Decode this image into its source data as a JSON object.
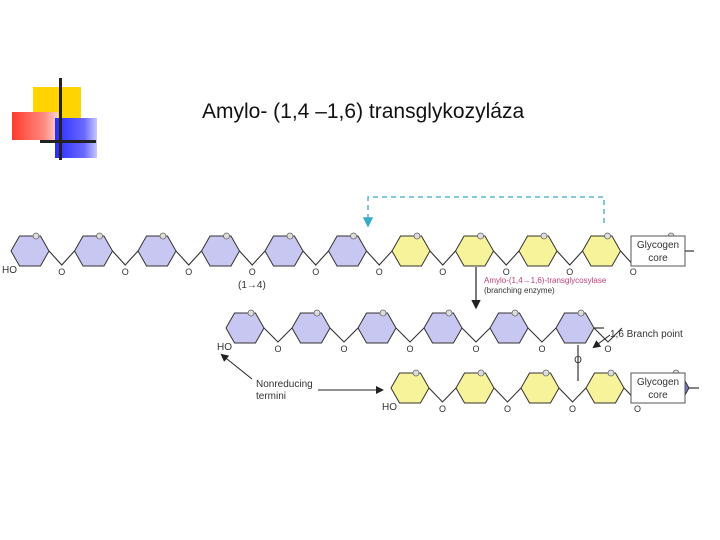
{
  "slide": {
    "title": "Amylo- (1,4 –1,6) transglykozyláza"
  },
  "diagram": {
    "rows": [
      {
        "residues": [
          "blue",
          "blue",
          "blue",
          "blue",
          "blue",
          "blue",
          "yellow",
          "yellow",
          "yellow",
          "yellow",
          "core"
        ],
        "start_label": "HO",
        "links": [
          "O",
          "O",
          "O",
          "O",
          "O",
          "O",
          "O",
          "O",
          "O",
          "O"
        ]
      },
      {
        "residues": [
          "blue",
          "blue",
          "blue",
          "blue",
          "blue",
          "blue"
        ],
        "start_label": "HO",
        "links": [
          "O",
          "O",
          "O",
          "O",
          "O",
          "O"
        ]
      },
      {
        "residues": [
          "yellow",
          "yellow",
          "yellow",
          "yellow",
          "core"
        ],
        "start_label": "HO",
        "links": [
          "O",
          "O",
          "O",
          "O"
        ]
      }
    ],
    "labels": {
      "glycogen_core": "Glycogen\ncore",
      "bond_14": "(1→4)",
      "enzyme_line1": "Amylo-(1,4→1,6)-transglycosylase",
      "enzyme_line2": "(branching enzyme)",
      "branch_point": "1,6 Branch point",
      "nonreducing_line1": "Nonreducing",
      "nonreducing_line2": "termini",
      "branch_o": "O"
    },
    "colors": {
      "blue_fill": "#c7c7f2",
      "yellow_fill": "#f7f39a",
      "core_fill": "#7878c0",
      "ring_stroke": "#333333",
      "dash_arrow": "#3aaac8",
      "enzyme_text": "#c0407a",
      "slide_yellow": "#ffd400",
      "slide_red": "#ff3b2f",
      "slide_blue": "#2a2aff"
    }
  }
}
